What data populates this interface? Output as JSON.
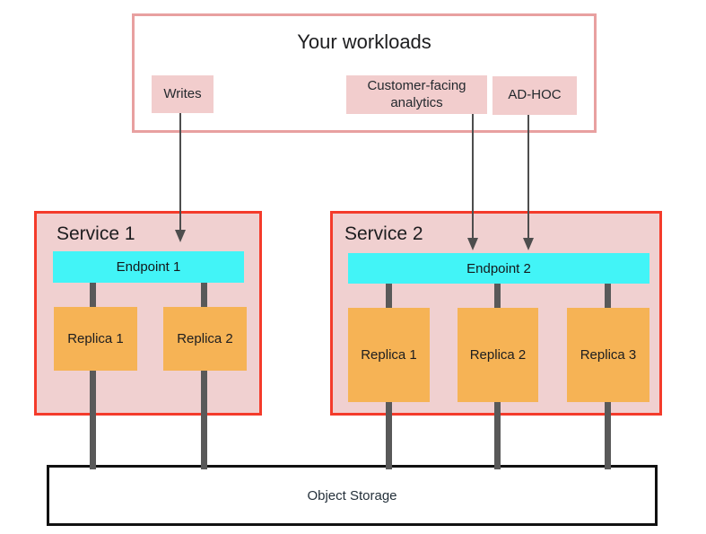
{
  "diagram": {
    "workloads": {
      "title": "Your workloads",
      "items": [
        {
          "label": "Writes"
        },
        {
          "label": "Customer-facing analytics"
        },
        {
          "label": "AD-HOC"
        }
      ]
    },
    "services": [
      {
        "name": "Service 1",
        "endpoint": "Endpoint 1",
        "replicas": [
          "Replica 1",
          "Replica 2"
        ]
      },
      {
        "name": "Service 2",
        "endpoint": "Endpoint 2",
        "replicas": [
          "Replica 1",
          "Replica 2",
          "Replica 3"
        ]
      }
    ],
    "storage": {
      "label": "Object Storage"
    },
    "colors": {
      "workloads_border": "#e8a0a0",
      "workload_item_bg": "#f2cdcd",
      "service_border": "#f43b2b",
      "service_bg": "#f0d0d0",
      "endpoint_bg": "#42f4f7",
      "replica_bg": "#f6b355",
      "connector": "#595959",
      "arrow": "#4d4d4d",
      "storage_border": "#111111"
    }
  }
}
